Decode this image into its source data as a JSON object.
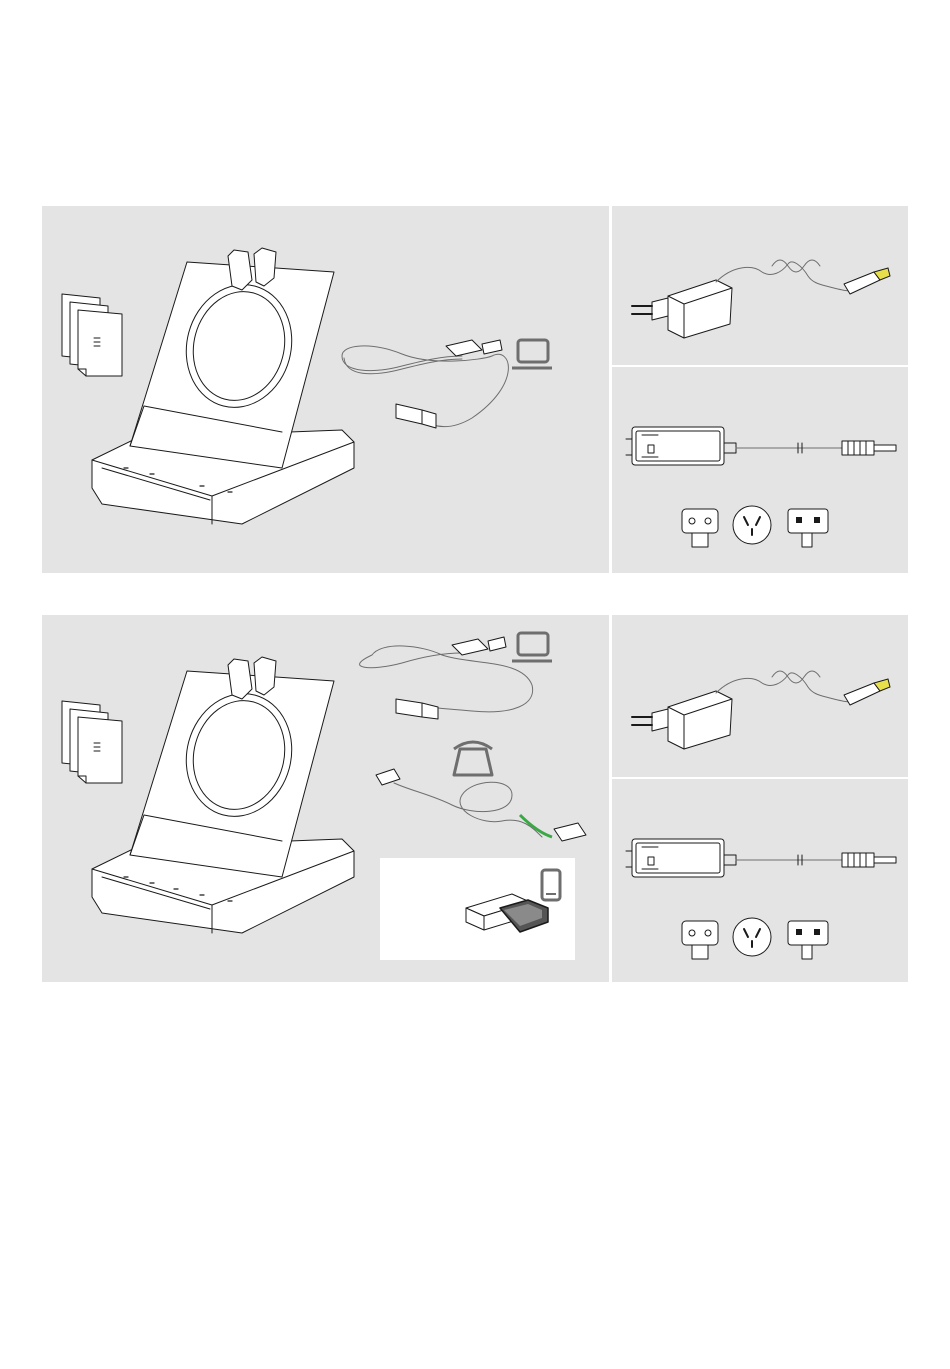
{
  "figures": [
    {
      "id": "set-a",
      "items": [
        "quick-guide-documents",
        "base-station-with-headset",
        "usb-cable",
        "power-supply-eu",
        "power-supply-with-adapters"
      ],
      "icons": [
        "computer-icon"
      ]
    },
    {
      "id": "set-b",
      "items": [
        "quick-guide-documents",
        "base-station-with-headset",
        "usb-cable",
        "telephone-cable",
        "bluetooth-dongle",
        "power-supply-eu",
        "power-supply-with-adapters"
      ],
      "icons": [
        "computer-icon",
        "desk-phone-icon",
        "mobile-phone-icon"
      ]
    }
  ],
  "colors": {
    "panel_background": "#e4e4e4",
    "page_background": "#ffffff",
    "line_art": "#1a1a1a",
    "connector_tip": "#e8e04a",
    "cable_accent": "#39a845"
  }
}
